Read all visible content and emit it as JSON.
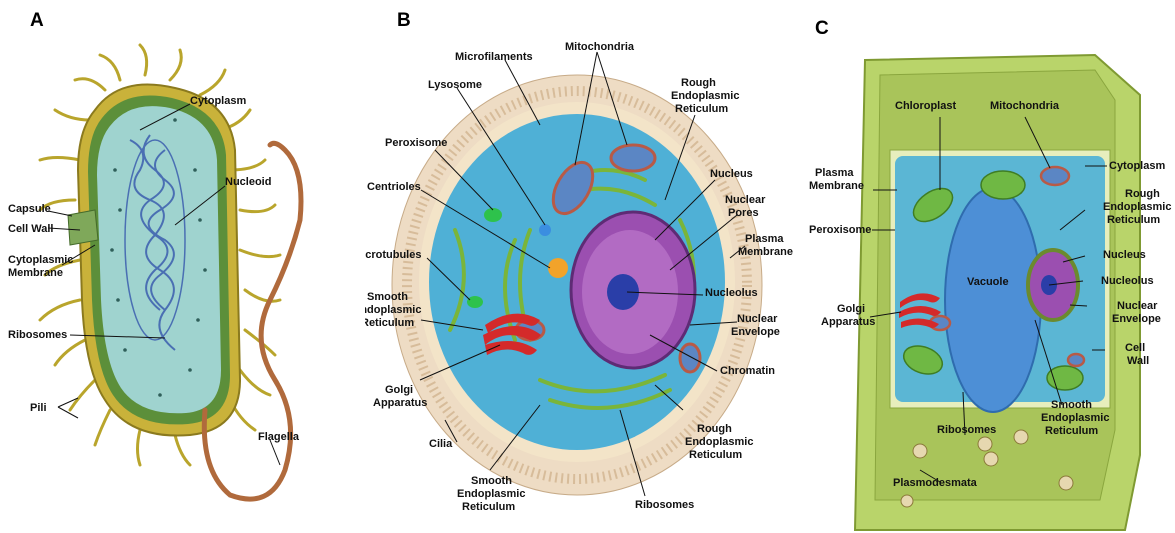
{
  "panels": [
    {
      "letter": "A",
      "labels": {
        "cytoplasm": "Cytoplasm",
        "nucleoid": "Nucleoid",
        "capsule": "Capsule",
        "cell_wall": "Cell Wall",
        "cytoplasmic_membrane_1": "Cytoplasmic",
        "cytoplasmic_membrane_2": "Membrane",
        "ribosomes": "Ribosomes",
        "pili": "Pili",
        "flagella": "Flagella"
      }
    },
    {
      "letter": "B",
      "labels": {
        "microfilaments": "Microfilaments",
        "mitochondria": "Mitochondria",
        "lysosome": "Lysosome",
        "rough_er_top_1": "Rough",
        "rough_er_top_2": "Endoplasmic",
        "rough_er_top_3": "Reticulum",
        "peroxisome": "Peroxisome",
        "nucleus": "Nucleus",
        "centrioles": "Centrioles",
        "nuclear_pores_1": "Nuclear",
        "nuclear_pores_2": "Pores",
        "plasma_membrane_1": "Plasma",
        "plasma_membrane_2": "Membrane",
        "microtubules": "Microtubules",
        "nucleolus": "Nucleolus",
        "smooth_er_left_1": "Smooth",
        "smooth_er_left_2": "Endoplasmic",
        "smooth_er_left_3": "Reticulum",
        "nuclear_envelope_1": "Nuclear",
        "nuclear_envelope_2": "Envelope",
        "chromatin": "Chromatin",
        "golgi_1": "Golgi",
        "golgi_2": "Apparatus",
        "cilia": "Cilia",
        "rough_er_bottom_1": "Rough",
        "rough_er_bottom_2": "Endoplasmic",
        "rough_er_bottom_3": "Reticulum",
        "smooth_er_bottom_1": "Smooth",
        "smooth_er_bottom_2": "Endoplasmic",
        "smooth_er_bottom_3": "Reticulum",
        "ribosomes": "Ribosomes"
      }
    },
    {
      "letter": "C",
      "labels": {
        "chloroplast": "Chloroplast",
        "mitochondria": "Mitochondria",
        "plasma_membrane_1": "Plasma",
        "plasma_membrane_2": "Membrane",
        "cytoplasm": "Cytoplasm",
        "rough_er_1": "Rough",
        "rough_er_2": "Endoplasmic",
        "rough_er_3": "Reticulum",
        "peroxisome": "Peroxisome",
        "nucleus": "Nucleus",
        "vacuole": "Vacuole",
        "nucleolus": "Nucleolus",
        "golgi_1": "Golgi",
        "golgi_2": "Apparatus",
        "nuclear_envelope_1": "Nuclear",
        "nuclear_envelope_2": "Envelope",
        "cell_wall_1": "Cell",
        "cell_wall_2": "Wall",
        "ribosomes": "Ribosomes",
        "smooth_er_1": "Smooth",
        "smooth_er_2": "Endoplasmic",
        "smooth_er_3": "Reticulum",
        "plasmodesmata": "Plasmodesmata"
      }
    }
  ],
  "colors": {
    "bacterium_outer": "#c9b23a",
    "bacterium_wall": "#5c8f3a",
    "bacterium_inner": "#9fd3cf",
    "nucleoid": "#4a6fb3",
    "flagellum": "#b06a3c",
    "animal_cilia": "#e6d2b8",
    "animal_cyto": "#4fb0d6",
    "nucleus": "#9b4fb0",
    "golgi": "#d42a2a",
    "er": "#7ab53a",
    "plant_wall": "#b9d46a",
    "plant_cyto": "#5bb6d4",
    "vacuole": "#4d8fd6"
  }
}
